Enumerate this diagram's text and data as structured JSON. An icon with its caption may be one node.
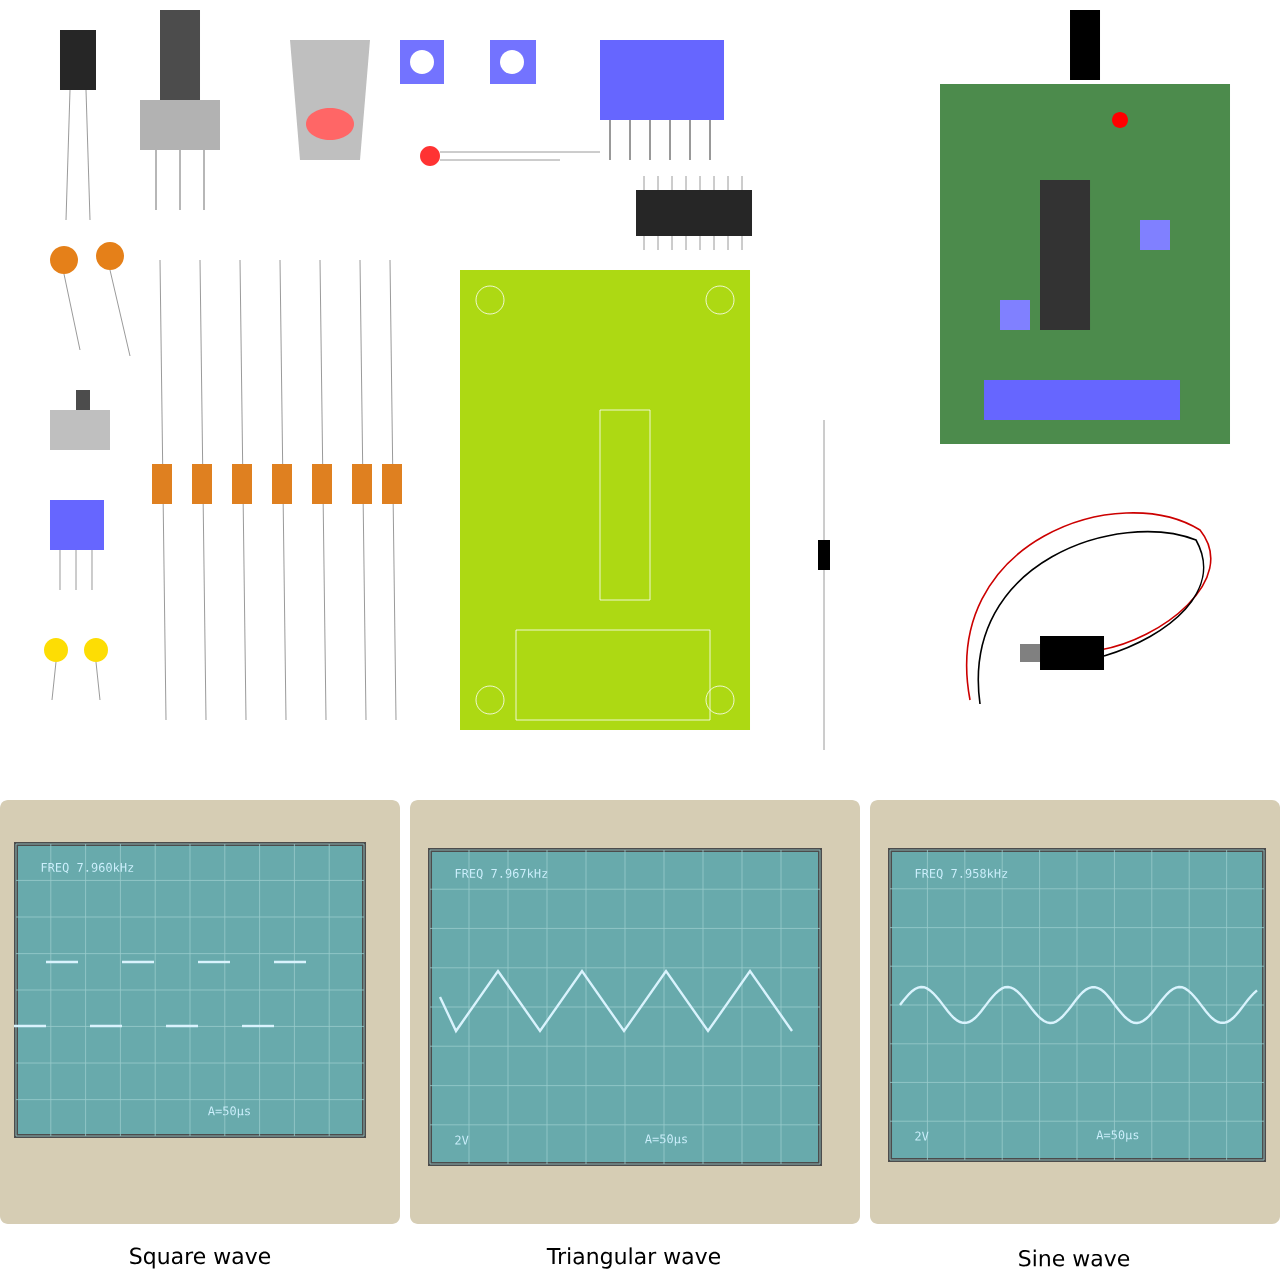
{
  "diagram": {
    "nodes": [
      {
        "text": [
          "FREQ 7.960kHz",
          "A=50μs"
        ]
      },
      {
        "text": [
          "FREQ 7.967kHz",
          "2V",
          "A=50μs"
        ]
      },
      {
        "text": [
          "FREQ 7.958kHz",
          "2V",
          "A=50μs"
        ]
      }
    ],
    "labels": [
      "Square wave",
      "Triangular wave",
      "Sine wave"
    ]
  }
}
